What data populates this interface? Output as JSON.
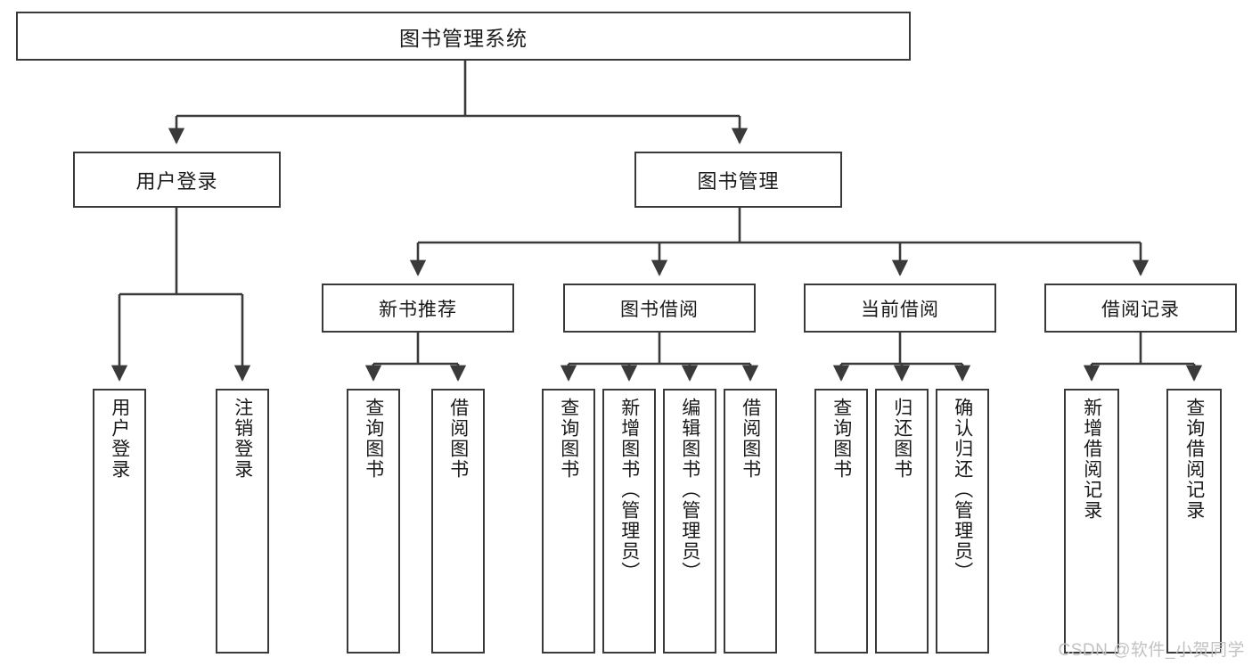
{
  "diagram": {
    "type": "tree-hierarchy",
    "title": "图书管理系统",
    "root": {
      "id": "root",
      "label": "图书管理系统"
    },
    "level2": [
      {
        "id": "user-login",
        "label": "用户登录"
      },
      {
        "id": "book-manage",
        "label": "图书管理"
      }
    ],
    "level3": [
      {
        "id": "new-book-recommend",
        "label": "新书推荐"
      },
      {
        "id": "book-borrow",
        "label": "图书借阅"
      },
      {
        "id": "current-borrow",
        "label": "当前借阅"
      },
      {
        "id": "borrow-record",
        "label": "借阅记录"
      }
    ],
    "leaves": {
      "user-login": [
        {
          "id": "leaf-user-login",
          "label": "用户登录"
        },
        {
          "id": "leaf-logout",
          "label": "注销登录"
        }
      ],
      "new-book-recommend": [
        {
          "id": "leaf-query-book-1",
          "label": "查询图书"
        },
        {
          "id": "leaf-borrow-book-1",
          "label": "借阅图书"
        }
      ],
      "book-borrow": [
        {
          "id": "leaf-query-book-2",
          "label": "查询图书"
        },
        {
          "id": "leaf-add-book",
          "label": "新增图书（管理员）"
        },
        {
          "id": "leaf-edit-book",
          "label": "编辑图书（管理员）"
        },
        {
          "id": "leaf-borrow-book-2",
          "label": "借阅图书"
        }
      ],
      "current-borrow": [
        {
          "id": "leaf-query-book-3",
          "label": "查询图书"
        },
        {
          "id": "leaf-return-book",
          "label": "归还图书"
        },
        {
          "id": "leaf-confirm-return",
          "label": "确认归还（管理员）"
        }
      ],
      "borrow-record": [
        {
          "id": "leaf-add-record",
          "label": "新增借阅记录"
        },
        {
          "id": "leaf-query-record",
          "label": "查询借阅记录"
        }
      ]
    },
    "colors": {
      "border": "#3a3a3a",
      "connector": "#3a3a3a",
      "text": "#1a1a1a",
      "background": "#ffffff",
      "watermark": "#c2c2c2"
    }
  },
  "watermark": {
    "text": "CSDN @软件_小贺同学"
  }
}
